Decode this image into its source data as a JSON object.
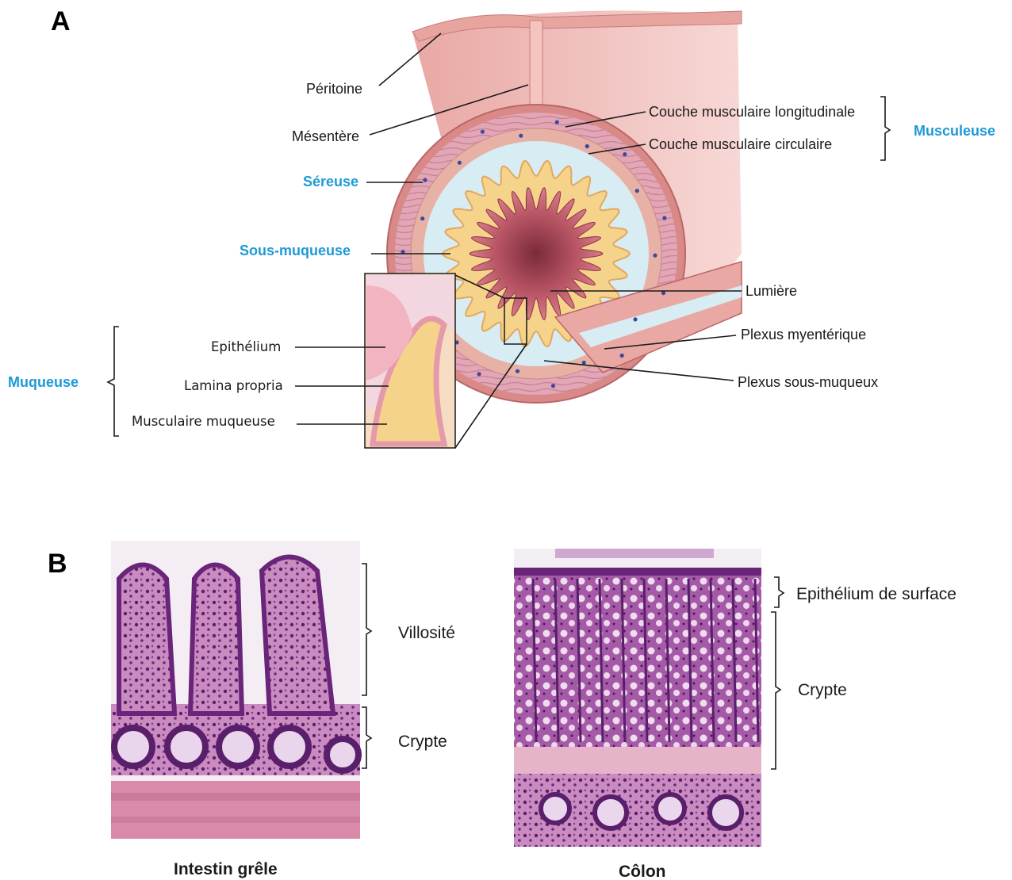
{
  "panels": {
    "a": "A",
    "b": "B"
  },
  "panel_a": {
    "labels": {
      "peritoine": "Péritoine",
      "mesentere": "Mésentère",
      "sereuse": "Séreuse",
      "sous_muqueuse": "Sous-muqueuse",
      "couche_longitudinale": "Couche musculaire longitudinale",
      "couche_circulaire": "Couche musculaire circulaire",
      "musculeuse": "Musculeuse",
      "lumiere": "Lumière",
      "plexus_myenterique": "Plexus myentérique",
      "plexus_sous_muqueux": "Plexus sous-muqueux",
      "epithelium": "Epithélium",
      "lamina_propria": "Lamina propria",
      "musculaire_muqueuse": "Musculaire muqueuse",
      "muqueuse": "Muqueuse"
    }
  },
  "panel_b": {
    "intestin": {
      "caption": "Intestin grêle",
      "villosite": "Villosité",
      "crypte": "Crypte"
    },
    "colon": {
      "caption": "Côlon",
      "epithelium_surface": "Epithélium de surface",
      "crypte": "Crypte"
    }
  },
  "colors": {
    "accent_label": "#1e9ad6",
    "muscle": "#d98a88",
    "mucosa": "#f6d38a",
    "submucosa": "#d8ecf3",
    "histology_stain": "#8a3f8e"
  }
}
